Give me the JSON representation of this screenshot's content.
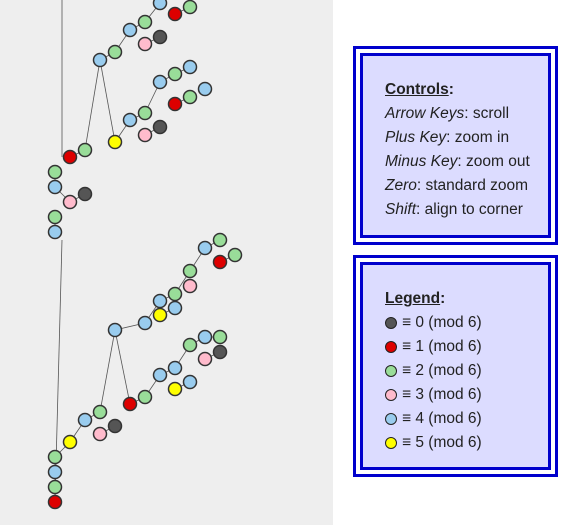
{
  "controls": {
    "title": "Controls",
    "items": [
      {
        "key": "Arrow Keys",
        "action": "scroll"
      },
      {
        "key": "Plus Key",
        "action": "zoom in"
      },
      {
        "key": "Minus Key",
        "action": "zoom out"
      },
      {
        "key": "Zero",
        "action": "standard zoom"
      },
      {
        "key": "Shift",
        "action": "align to corner"
      }
    ]
  },
  "legend": {
    "title": "Legend",
    "items": [
      {
        "label": "≡ 0 (mod 6)",
        "color": "#555555"
      },
      {
        "label": "≡ 1 (mod 6)",
        "color": "#dd0000"
      },
      {
        "label": "≡ 2 (mod 6)",
        "color": "#99dd99"
      },
      {
        "label": "≡ 3 (mod 6)",
        "color": "#ffbbcc"
      },
      {
        "label": "≡ 4 (mod 6)",
        "color": "#99ccee"
      },
      {
        "label": "≡ 5 (mod 6)",
        "color": "#ffff00"
      }
    ]
  }
}
